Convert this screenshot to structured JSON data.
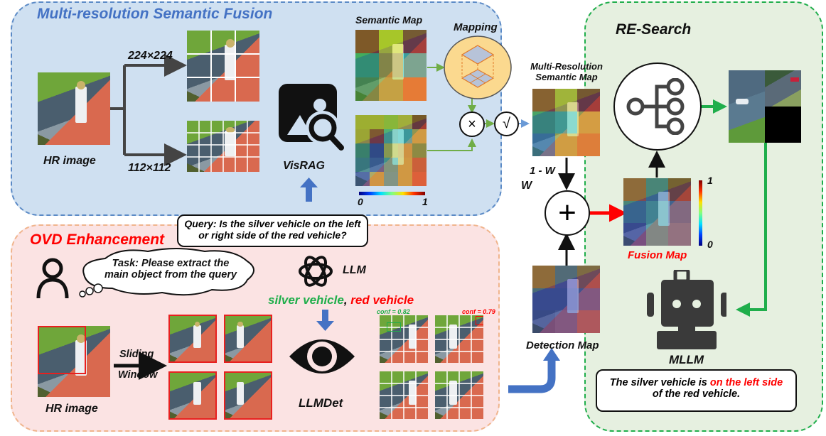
{
  "panels": {
    "fusion": {
      "title": "Multi-resolution Semantic Fusion",
      "color": "#4472c4"
    },
    "ovd": {
      "title": "OVD Enhancement",
      "color": "#ff0000"
    },
    "research": {
      "title": "RE-Search",
      "color": "#111111"
    }
  },
  "fusion": {
    "hr_label": "HR image",
    "res_high": "224×224",
    "res_low": "112×112",
    "visrag_label": "VisRAG",
    "semantic_map_label": "Semantic Map",
    "mapping_label": "Mapping",
    "multiply_symbol": "×",
    "sqrt_symbol": "√",
    "colorbar_min": "0",
    "colorbar_max": "1",
    "multires_label_1": "Multi-Resolution",
    "multires_label_2": "Semantic Map",
    "weight_top": "1 - W"
  },
  "query": {
    "line1": "Query: Is the silver vehicle on the left",
    "line2": "or right side of the red vehicle?"
  },
  "ovd": {
    "task_line1": "Task: Please extract the",
    "task_line2": "main object from the query",
    "llm_label": "LLM",
    "object_silver": "silver vehicle",
    "object_sep": ", ",
    "object_red": "red vehicle",
    "object_silver_color": "#1fae4b",
    "object_red_color": "#ff0000",
    "hr_label": "HR image",
    "sliding_1": "Sliding",
    "sliding_2": "Window",
    "llmdet_label": "LLMDet",
    "conf_silver": "conf = 0.82",
    "conf_red": "conf = 0.79",
    "detection_label": "Detection Map",
    "weight_bottom": "W"
  },
  "research": {
    "plus_symbol": "+",
    "fusion_label": "Fusion Map",
    "colorbar_max": "1",
    "colorbar_min": "0",
    "mllm_label": "MLLM",
    "answer_prefix": "The silver vehicle is ",
    "answer_highlight": "on the left side",
    "answer_suffix": "of the red vehicle."
  }
}
